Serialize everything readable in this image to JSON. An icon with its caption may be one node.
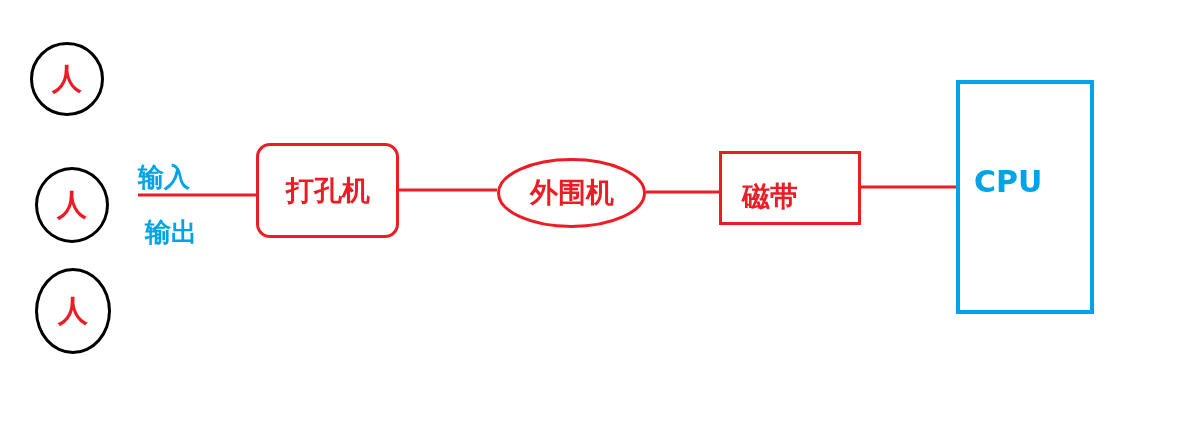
{
  "diagram": {
    "nodes": [
      {
        "text": [
          "人"
        ]
      },
      {
        "text": [
          "人"
        ]
      },
      {
        "text": [
          "人"
        ]
      },
      {
        "text": [
          "输入",
          "输出"
        ]
      },
      {
        "text": [
          "打孔机"
        ]
      },
      {
        "text": [
          "外围机"
        ]
      },
      {
        "text": [
          "磁带"
        ]
      },
      {
        "text": [
          "CPU"
        ]
      }
    ],
    "edges": [
      {
        "from": 3,
        "to": 4,
        "arrow": "none"
      },
      {
        "from": 4,
        "to": 5,
        "arrow": "none"
      },
      {
        "from": 5,
        "to": 6,
        "arrow": "none"
      },
      {
        "from": 6,
        "to": 7,
        "arrow": "none"
      }
    ]
  }
}
